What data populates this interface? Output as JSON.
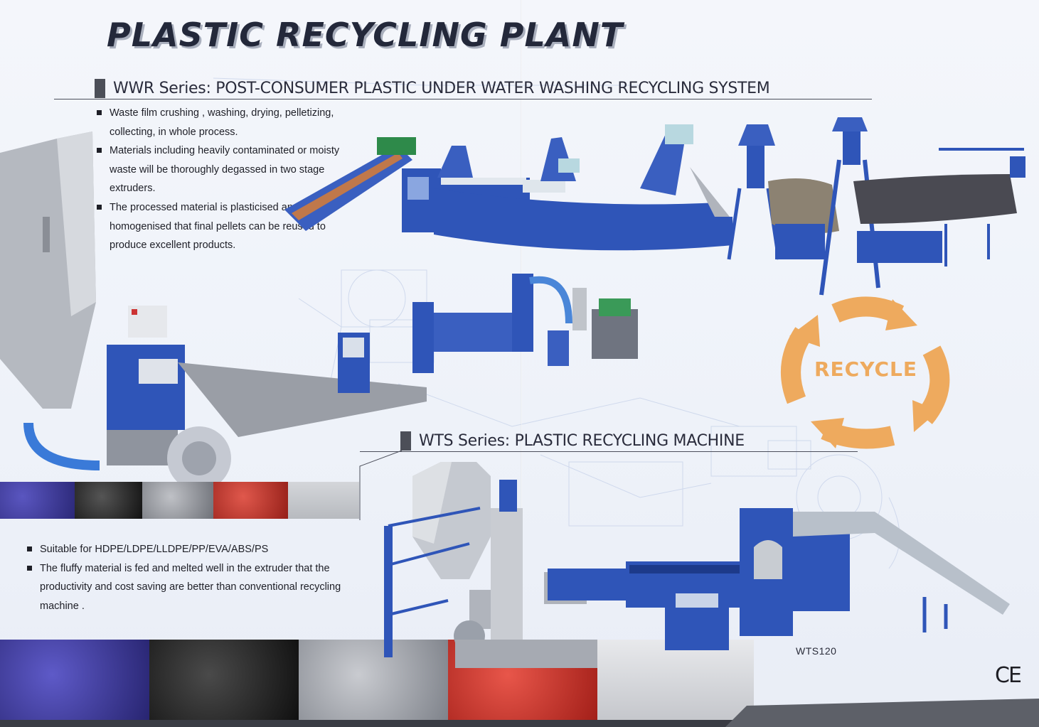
{
  "title": "PLASTIC RECYCLING PLANT",
  "wwr": {
    "heading": "WWR Series: POST-CONSUMER PLASTIC UNDER WATER WASHING RECYCLING SYSTEM",
    "bullets": [
      "Waste film crushing , washing,  drying, pelletizing, collecting, in whole process.",
      "Materials including heavily contaminated or moisty waste will be thoroughly degassed in two stage extruders.",
      "The processed material is plasticised and homogenised that final pellets can be reused to produce excellent products."
    ]
  },
  "wts": {
    "heading": "WTS Series: PLASTIC RECYCLING MACHINE",
    "bullets": [
      "Suitable for HDPE/LDPE/LLDPE/PP/EVA/ABS/PS",
      "The fluffy material is fed and melted well in the extruder that the productivity and cost saving are better than conventional recycling machine ."
    ],
    "model": "WTS120"
  },
  "recycle_badge": "RECYCLE",
  "ce_mark": "CE",
  "colors": {
    "machine_blue": "#2f55b8",
    "machine_dark": "#1d3a8a",
    "recycle_orange": "#eeaa5e",
    "title_text": "#23283a",
    "pellet_purple": "#3c3896",
    "pellet_red": "#c83a30"
  }
}
